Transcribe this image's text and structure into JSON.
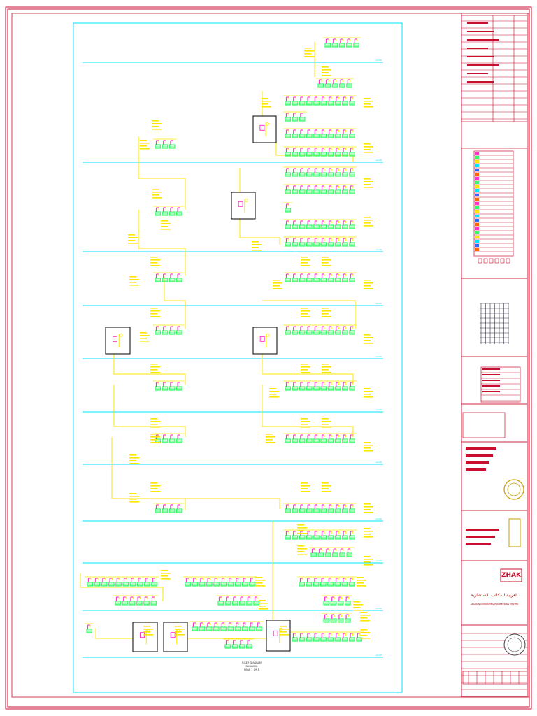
{
  "drawing": {
    "caption_lines": [
      "RISER DIAGRAM",
      "BUILDING",
      "PAGE 1 OF 1"
    ]
  },
  "title_block": {
    "company_arabic": "العربية للمكاتب الاستشارية",
    "company_english": "ARABIAN CONSULTING ENGINEERING CENTER",
    "logo_text": "ZHAK"
  },
  "colors": {
    "frame": "#c8102e",
    "drawing_border": "#00e5ff",
    "floor_line": "#00e5ff",
    "riser": "#ffe600",
    "fixture_pink": "#ff33cc",
    "fixture_green": "#33ff66",
    "fixture_yellow": "#ffe600"
  },
  "icons": {
    "fixture": "plumbing-fixture-icon",
    "pump": "pump-icon",
    "building": "building-elevation-icon",
    "stamp": "official-stamp-icon",
    "emblem": "emblem-icon"
  }
}
